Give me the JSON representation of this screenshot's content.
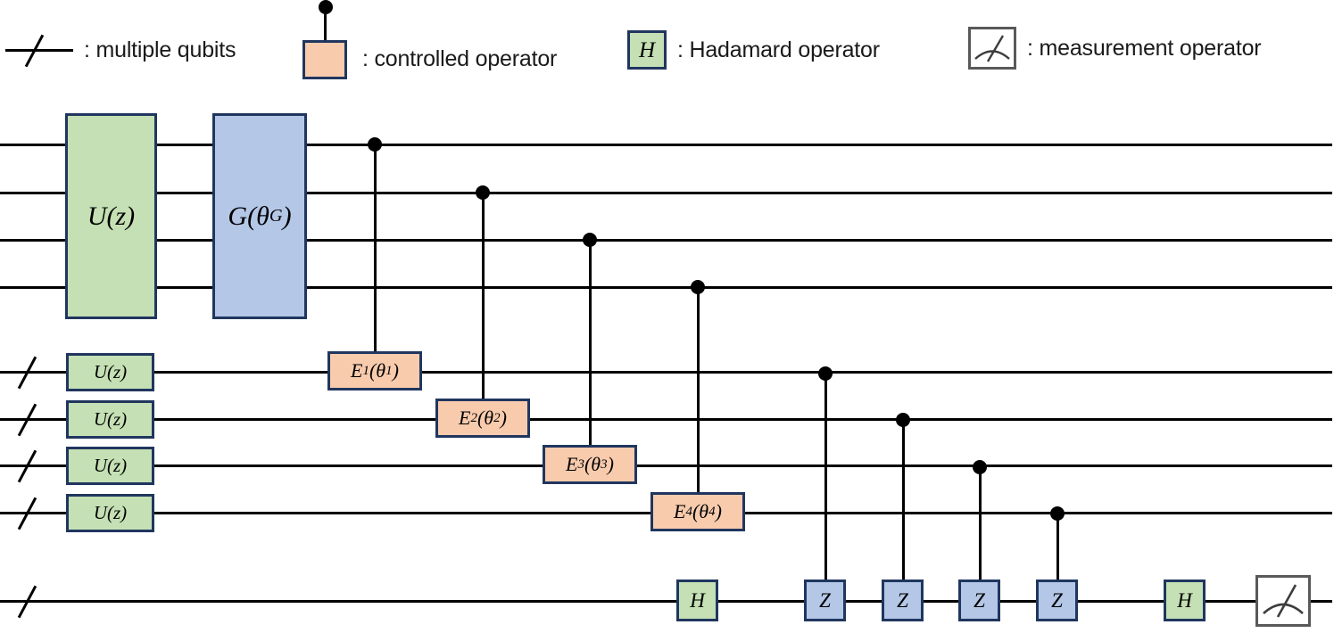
{
  "figure": {
    "type": "quantum-circuit-diagram",
    "colors": {
      "green_gate_fill": "#c5e0b4",
      "blue_gate_fill": "#b4c7e7",
      "orange_gate_fill": "#f8cbad",
      "gate_border": "#20365f",
      "wire": "#000000",
      "measurement_border": "#595959",
      "background": "#ffffff"
    }
  },
  "legend": {
    "items": [
      {
        "icon": "multiple-qubits-slash-icon",
        "label": ": multiple qubits"
      },
      {
        "icon": "controlled-operator-icon",
        "label": ": controlled operator"
      },
      {
        "icon": "hadamard-operator-icon",
        "symbol": "H",
        "label": ": Hadamard operator"
      },
      {
        "icon": "measurement-operator-icon",
        "label": ": measurement operator"
      }
    ]
  },
  "circuit": {
    "top_register": {
      "wire_count": 4,
      "gates": [
        {
          "name": "u-z-block",
          "label": "U(z)",
          "color": "green"
        },
        {
          "name": "g-theta-block",
          "label": "G(θ",
          "label_sub": "G",
          "label_tail": ")",
          "color": "blue"
        }
      ]
    },
    "mid_register": {
      "wire_count": 4,
      "slash_label": "multiple qubits",
      "u_gates": [
        {
          "label": "U(z)",
          "color": "green"
        },
        {
          "label": "U(z)",
          "color": "green"
        },
        {
          "label": "U(z)",
          "color": "green"
        },
        {
          "label": "U(z)",
          "color": "green"
        }
      ],
      "e_gates": [
        {
          "name": "e1-gate",
          "head": "E",
          "sub": "1",
          "mid": "(θ",
          "sub2": "1",
          "tail": ")",
          "color": "orange"
        },
        {
          "name": "e2-gate",
          "head": "E",
          "sub": "2",
          "mid": "(θ",
          "sub2": "2",
          "tail": ")",
          "color": "orange"
        },
        {
          "name": "e3-gate",
          "head": "E",
          "sub": "3",
          "mid": "(θ",
          "sub2": "3",
          "tail": ")",
          "color": "orange"
        },
        {
          "name": "e4-gate",
          "head": "E",
          "sub": "4",
          "mid": "(θ",
          "sub2": "4",
          "tail": ")",
          "color": "orange"
        }
      ]
    },
    "ancilla_register": {
      "wire_count": 1,
      "gates": [
        {
          "name": "hadamard-first",
          "label": "H",
          "color": "green"
        },
        {
          "name": "z-gate-1",
          "label": "Z",
          "color": "blue"
        },
        {
          "name": "z-gate-2",
          "label": "Z",
          "color": "blue"
        },
        {
          "name": "z-gate-3",
          "label": "Z",
          "color": "blue"
        },
        {
          "name": "z-gate-4",
          "label": "Z",
          "color": "blue"
        },
        {
          "name": "hadamard-second",
          "label": "H",
          "color": "green"
        },
        {
          "name": "measurement",
          "label": "",
          "color": "white"
        }
      ]
    }
  }
}
